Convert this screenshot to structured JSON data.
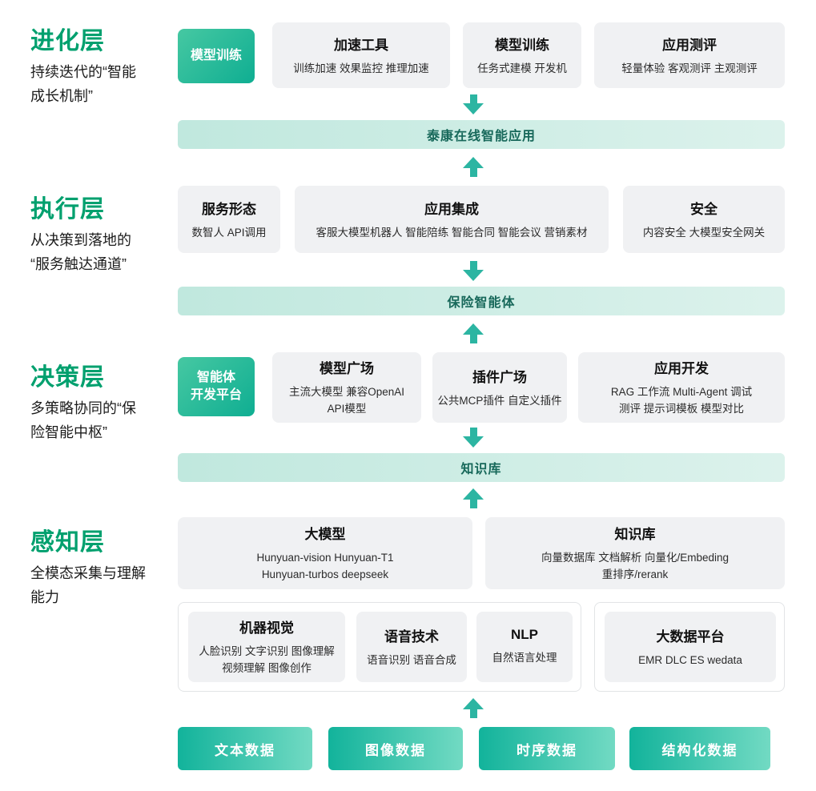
{
  "colors": {
    "title_green": "#00a06e",
    "badge_gradient_start": "#46c8a2",
    "badge_gradient_end": "#0fae92",
    "banner_bg_start": "#c0e8de",
    "banner_bg_end": "#dcf2ec",
    "banner_text": "#17685a",
    "arrow": "#2cb5a2",
    "card_bg": "#f0f1f3",
    "button_gradient_start": "#12b39b",
    "button_gradient_end": "#72dac3"
  },
  "layers": {
    "evolution": {
      "title": "进化层",
      "subtitle": "持续迭代的“智能\n成长机制”",
      "badge": "模型训练",
      "cards": [
        {
          "title": "加速工具",
          "sub": "训练加速 效果监控 推理加速"
        },
        {
          "title": "模型训练",
          "sub": "任务式建模 开发机"
        },
        {
          "title": "应用测评",
          "sub": "轻量体验 客观测评 主观测评"
        }
      ],
      "banner": "泰康在线智能应用"
    },
    "execution": {
      "title": "执行层",
      "subtitle": "从决策到落地的\n“服务触达通道”",
      "cards": [
        {
          "title": "服务形态",
          "sub": "数智人 API调用"
        },
        {
          "title": "应用集成",
          "sub": "客服大模型机器人 智能陪练 智能合同 智能会议 营销素材"
        },
        {
          "title": "安全",
          "sub": "内容安全 大模型安全网关"
        }
      ],
      "banner": "保险智能体"
    },
    "decision": {
      "title": "决策层",
      "subtitle": "多策略协同的“保\n险智能中枢”",
      "badge": "智能体\n开发平台",
      "cards": [
        {
          "title": "模型广场",
          "sub": "主流大模型 兼容OpenAI\nAPI模型"
        },
        {
          "title": "插件广场",
          "sub": "公共MCP插件 自定义插件"
        },
        {
          "title": "应用开发",
          "sub": "RAG 工作流 Multi-Agent 调试\n测评 提示词模板 模型对比"
        }
      ],
      "banner": "知识库"
    },
    "perception": {
      "title": "感知层",
      "subtitle": "全模态采集与理解\n能力",
      "cards": [
        {
          "title": "大模型",
          "sub": "Hunyuan-vision Hunyuan-T1\nHunyuan-turbos deepseek"
        },
        {
          "title": "知识库",
          "sub": "向量数据库 文档解析 向量化/Embeding\n重排序/rerank"
        }
      ],
      "tech_cards": [
        {
          "title": "机器视觉",
          "sub": "人脸识别 文字识别 图像理解\n视频理解 图像创作"
        },
        {
          "title": "语音技术",
          "sub": "语音识别 语音合成"
        },
        {
          "title": "NLP",
          "sub": "自然语言处理"
        }
      ],
      "bigdata_card": {
        "title": "大数据平台",
        "sub": "EMR DLC ES wedata"
      }
    }
  },
  "data_buttons": [
    "文本数据",
    "图像数据",
    "时序数据",
    "结构化数据"
  ]
}
